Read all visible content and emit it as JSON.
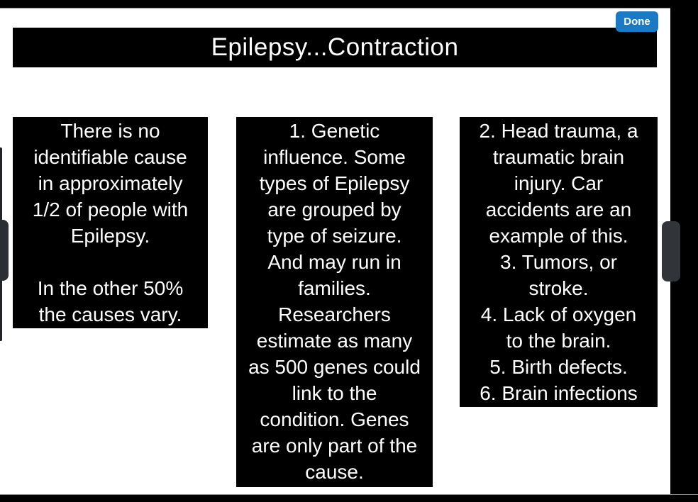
{
  "toolbar": {
    "done_label": "Done"
  },
  "slide": {
    "title": "Epilepsy...Contraction",
    "boxes": [
      {
        "name": "no-identifiable-cause",
        "lines": [
          "There is no",
          "identifiable cause",
          "in approximately",
          "1/2 of people with",
          "Epilepsy.",
          "",
          "In the other 50%",
          "the causes vary."
        ]
      },
      {
        "name": "genetic-influence",
        "lines": [
          "1. Genetic",
          "influence. Some",
          "types of Epilepsy",
          "are grouped by",
          "type of seizure.",
          "And may run in",
          "families.",
          "Researchers",
          "estimate as many",
          "as 500 genes could",
          "link to the",
          "condition. Genes",
          "are only part of the",
          "cause."
        ]
      },
      {
        "name": "other-causes",
        "lines": [
          "2. Head trauma, a",
          "traumatic brain",
          "injury. Car",
          "accidents are an",
          "example of this.",
          "3. Tumors, or",
          "stroke.",
          "4. Lack of oxygen",
          "to the brain.",
          "5. Birth defects.",
          "6. Brain infections"
        ]
      }
    ]
  },
  "colors": {
    "accent_blue": "#1a7ac3",
    "slide_box_bg": "#000000",
    "slide_text": "#ffffff",
    "handle_gray": "#2b2f33",
    "background": "#ffffff"
  }
}
